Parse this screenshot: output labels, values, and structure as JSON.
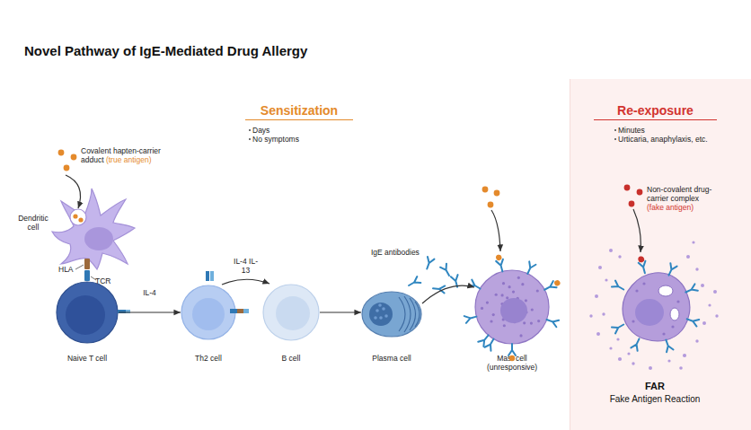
{
  "diagram": {
    "title": "Novel Pathway of IgE-Mediated Drug Allergy",
    "nodes": [
      {
        "text": [
          "Dendritic cell"
        ]
      },
      {
        "text": [
          "Naive T cell"
        ]
      },
      {
        "text": [
          "Th2 cell"
        ]
      },
      {
        "text": [
          "B cell"
        ]
      },
      {
        "text": [
          "Plasma cell"
        ]
      },
      {
        "text": [
          "Mast cell (unresponsive)"
        ]
      },
      {
        "text": [
          "Re-exposure",
          "Minutes",
          "Urticaria, anaphylaxis, etc."
        ]
      },
      {
        "text": [
          "FAR",
          "Fake Antigen Reaction"
        ],
        "in": 6
      }
    ],
    "edges": [
      {
        "from": 1,
        "to": 2,
        "arrow": "to",
        "label": "IL-4"
      },
      {
        "from": 2,
        "to": 3,
        "arrow": "to",
        "label": "IL-4 IL-13"
      },
      {
        "from": 3,
        "to": 4,
        "arrow": "to"
      },
      {
        "from": 4,
        "to": 5,
        "arrow": "to"
      }
    ],
    "labels": [
      "Sensitization",
      "Days",
      "No symptoms",
      "Covalent hapten-carrier adduct",
      "(true antigen)",
      "HLA",
      "TCR",
      "IgE antibodies",
      "Non-covalent drug-carrier complex",
      "(fake antigen)"
    ]
  }
}
